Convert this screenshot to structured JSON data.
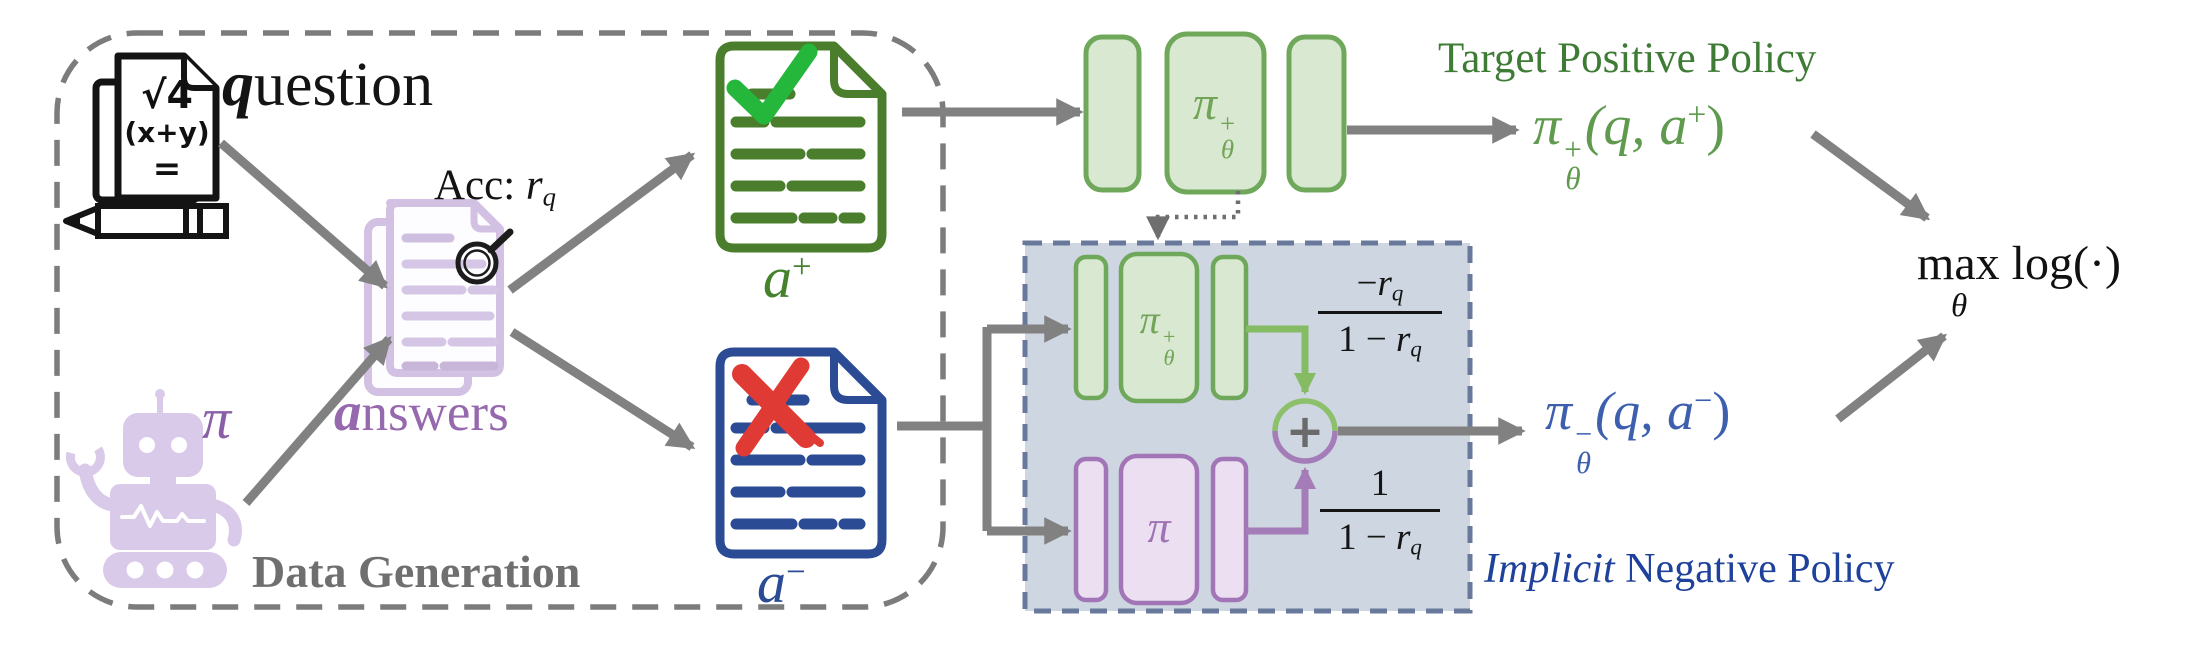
{
  "colors": {
    "arrow_gray": "#818181",
    "dg_border": "#7c7c7c",
    "dg_label_gray": "#6f6f6f",
    "green_title": "#3e7c36",
    "green_formula": "#5f9a4e",
    "green_block_border": "#6fa85a",
    "green_block_fill": "#d9e8d1",
    "green_doc": "#4a7d2c",
    "green_check": "#25b63c",
    "purple_block_border": "#a276b6",
    "purple_block_fill": "#ecdff2",
    "purple_text": "#9668ad",
    "robot_purple": "#d4c3e7",
    "blue_doc": "#2b4b94",
    "blue_formula": "#3d5fae",
    "blue_title": "#1e419b",
    "red_cross": "#e03a34",
    "shaded_box_fill": "#cdd6e1",
    "shaded_box_border": "#68799c"
  },
  "data_generation": {
    "box_label": "Data Generation",
    "question": {
      "lead": "q",
      "rest": "uestion",
      "doc": {
        "line1": "√4",
        "line2": "(x+y)",
        "line3": "="
      }
    },
    "generator_symbol": "π",
    "answers": {
      "lead": "a",
      "rest": "nswers"
    },
    "accuracy": {
      "label": "Acc: ",
      "var": "r",
      "sub": "q"
    },
    "pos_answer": {
      "base": "a",
      "sup": "+"
    },
    "neg_answer": {
      "base": "a",
      "sup": "−"
    }
  },
  "target_policy": {
    "title": "Target Positive Policy",
    "block": {
      "pi": "π",
      "sup": "+",
      "sub": "θ"
    },
    "formula": {
      "pi": "π",
      "sup": "+",
      "sub": "θ",
      "args": "(q, a",
      "a_sup": "+",
      "close": ")"
    }
  },
  "implicit_policy": {
    "title_em": "Implicit",
    "title_rest": " Negative Policy",
    "pos_block": {
      "pi": "π",
      "sup": "+",
      "sub": "θ"
    },
    "ref_block_pi": "π",
    "plus_sign": "+",
    "frac_pos": {
      "num_sign": "−",
      "num_var": "r",
      "num_sub": "q",
      "den_pre": "1 − ",
      "den_var": "r",
      "den_sub": "q"
    },
    "frac_ref": {
      "num": "1",
      "den_pre": "1 − ",
      "den_var": "r",
      "den_sub": "q"
    },
    "formula": {
      "pi": "π",
      "sup": "−",
      "sub": "θ",
      "args": "(q, a",
      "a_sup": "−",
      "close": ")"
    }
  },
  "objective": {
    "max": "max",
    "sub": "θ",
    "log": " log(·)"
  }
}
